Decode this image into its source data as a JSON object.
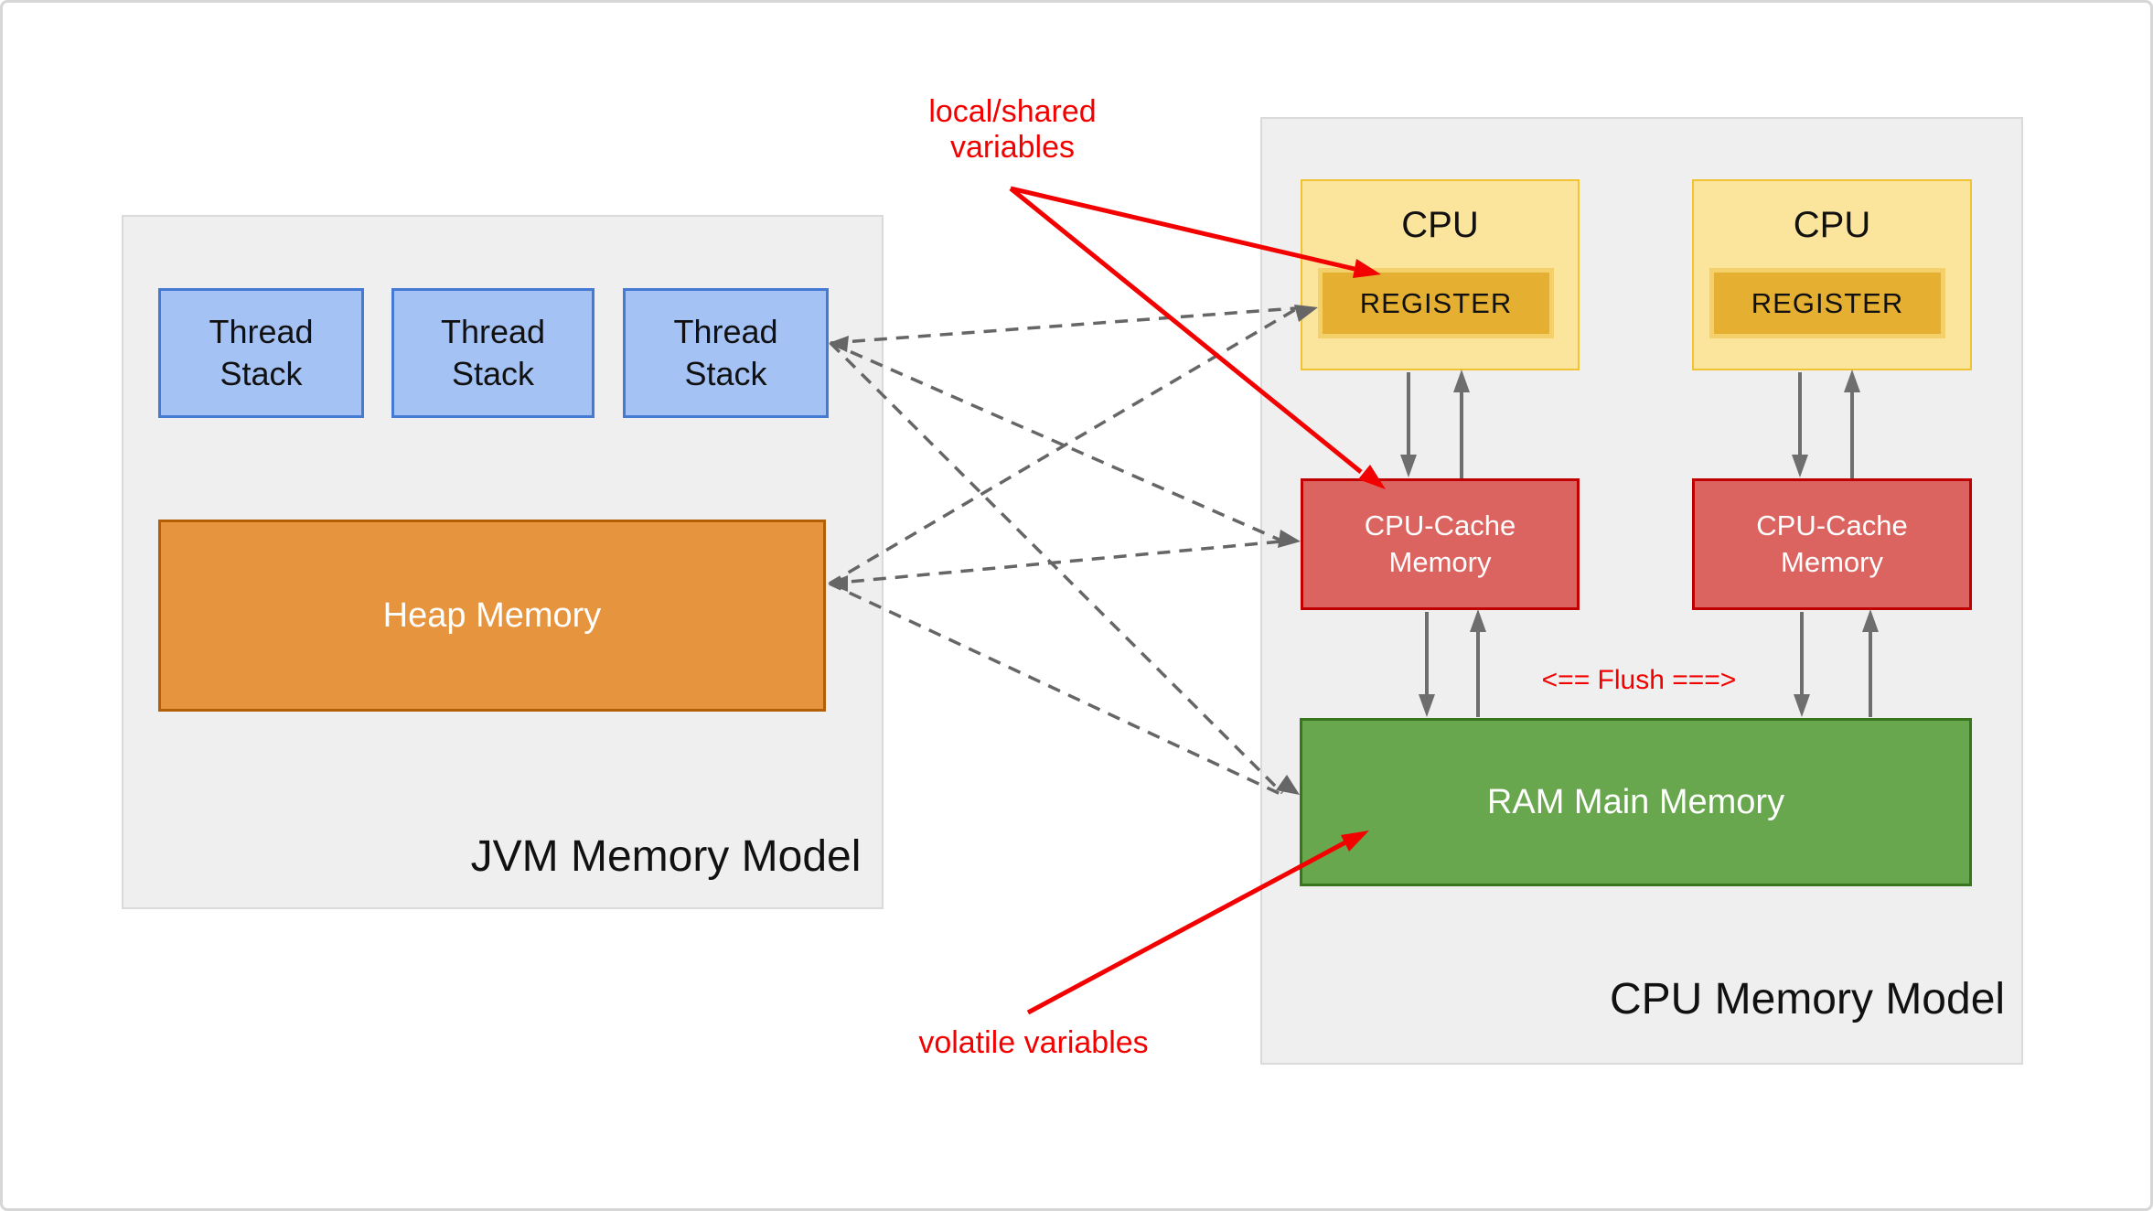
{
  "jvm": {
    "title": "JVM Memory Model",
    "thread_stacks": [
      "Thread Stack",
      "Thread Stack",
      "Thread Stack"
    ],
    "heap_label": "Heap Memory"
  },
  "cpu": {
    "title": "CPU Memory Model",
    "units": [
      {
        "cpu_label": "CPU",
        "register_label": "REGISTER",
        "cache_label": "CPU-Cache Memory"
      },
      {
        "cpu_label": "CPU",
        "register_label": "REGISTER",
        "cache_label": "CPU-Cache Memory"
      }
    ],
    "ram_label": "RAM Main Memory",
    "flush_label": "<== Flush ===>"
  },
  "annotations": {
    "local_shared": "local/shared variables",
    "volatile_label": "volatile variables"
  },
  "theme": {
    "canvas_bg": "#ffffff",
    "frame_border": "#d6d6d6",
    "panel_bg": "#efefef",
    "panel_border": "#dadada",
    "thread_fill": "#a4c2f4",
    "thread_border": "#4479d4",
    "heap_fill": "#e6953e",
    "heap_border": "#b45f06",
    "cpu_fill": "#fbe49b",
    "cpu_border": "#f1c232",
    "register_fill": "#e5b031",
    "register_frame": "#f3d06a",
    "cache_fill": "#dc6460",
    "cache_border": "#c00000",
    "ram_fill": "#69a74e",
    "ram_border": "#38761d",
    "text_dark": "#111111",
    "text_light": "#ffffff",
    "annotation_red": "#f30000",
    "arrow_gray": "#6e6e6e",
    "dash_gray": "#666666"
  }
}
